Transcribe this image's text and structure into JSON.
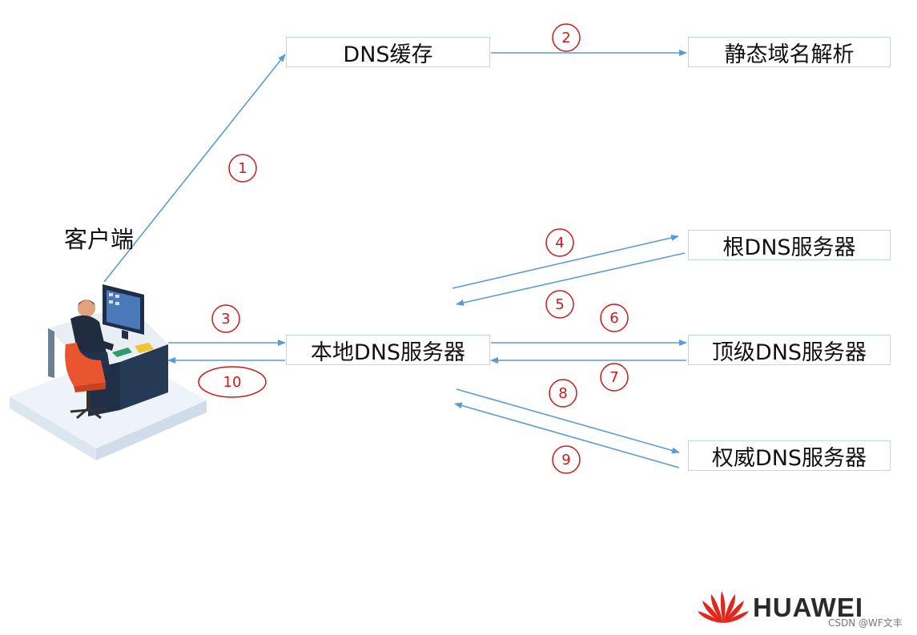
{
  "nodes": {
    "dns_cache": "DNS缓存",
    "static_resolution": "静态域名解析",
    "root_dns": "根DNS服务器",
    "local_dns": "本地DNS服务器",
    "tld_dns": "顶级DNS服务器",
    "authoritative_dns": "权威DNS服务器",
    "client": "客户端"
  },
  "steps": [
    "1",
    "2",
    "3",
    "4",
    "5",
    "6",
    "7",
    "8",
    "9",
    "10"
  ],
  "colors": {
    "arrow": "#5b9bd5",
    "step_marker": "#d01818",
    "box_border": "#b9d6ea",
    "logo_red": "#e2261c"
  },
  "brand": "HUAWEI",
  "watermark": "CSDN @WF文丰"
}
